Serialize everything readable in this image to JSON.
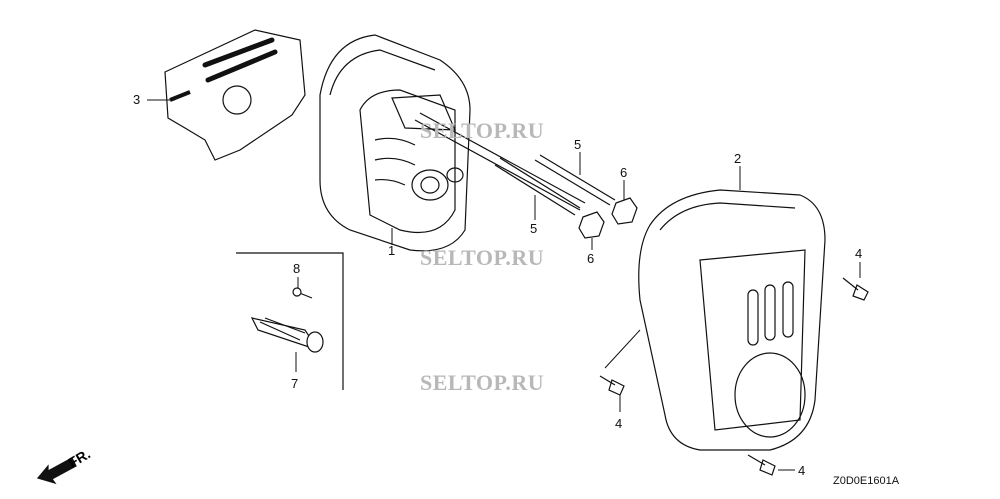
{
  "diagram": {
    "callouts": [
      {
        "id": "callout-3",
        "label": "3"
      },
      {
        "id": "callout-1",
        "label": "1"
      },
      {
        "id": "callout-5a",
        "label": "5"
      },
      {
        "id": "callout-5b",
        "label": "5"
      },
      {
        "id": "callout-6a",
        "label": "6"
      },
      {
        "id": "callout-6b",
        "label": "6"
      },
      {
        "id": "callout-2",
        "label": "2"
      },
      {
        "id": "callout-4a",
        "label": "4"
      },
      {
        "id": "callout-8",
        "label": "8"
      },
      {
        "id": "callout-7",
        "label": "7"
      },
      {
        "id": "callout-4b",
        "label": "4"
      },
      {
        "id": "callout-4c",
        "label": "4"
      }
    ],
    "watermark": "SELTOP.RU",
    "front_label": "FR.",
    "drawing_code": "Z0D0E1601A"
  }
}
